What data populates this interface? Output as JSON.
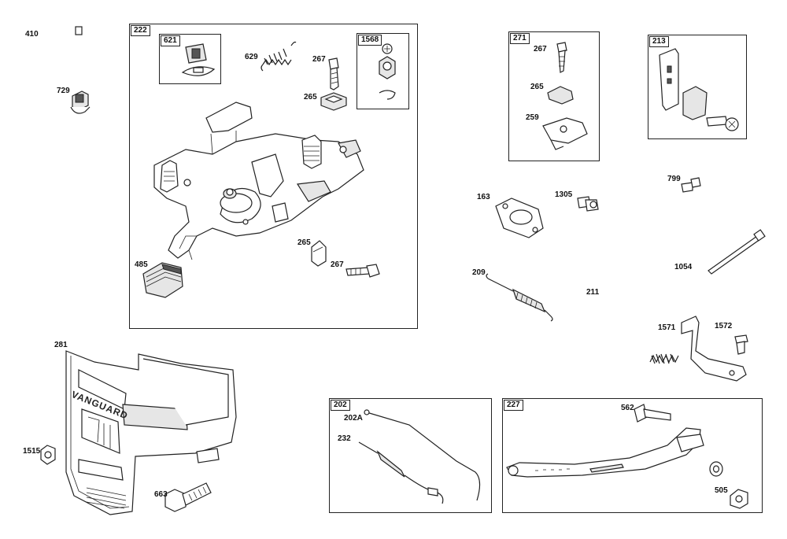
{
  "parts": {
    "p410": "410",
    "p729": "729",
    "p281": "281",
    "p1515": "1515",
    "p663": "663",
    "p629": "629",
    "p267a": "267",
    "p265a": "265",
    "p485": "485",
    "p265b": "265",
    "p267b": "267",
    "p267c": "267",
    "p265c": "265",
    "p259": "259",
    "p163": "163",
    "p1305": "1305",
    "p209": "209",
    "p211": "211",
    "p799": "799",
    "p1054": "1054",
    "p1571": "1571",
    "p1572": "1572",
    "p202a": "202A",
    "p232": "232",
    "p562": "562",
    "p505": "505"
  },
  "boxes": {
    "b222": "222",
    "b621": "621",
    "b1568": "1568",
    "b271": "271",
    "b213": "213",
    "b202": "202",
    "b227": "227"
  },
  "brand_text": "VANGUARD"
}
